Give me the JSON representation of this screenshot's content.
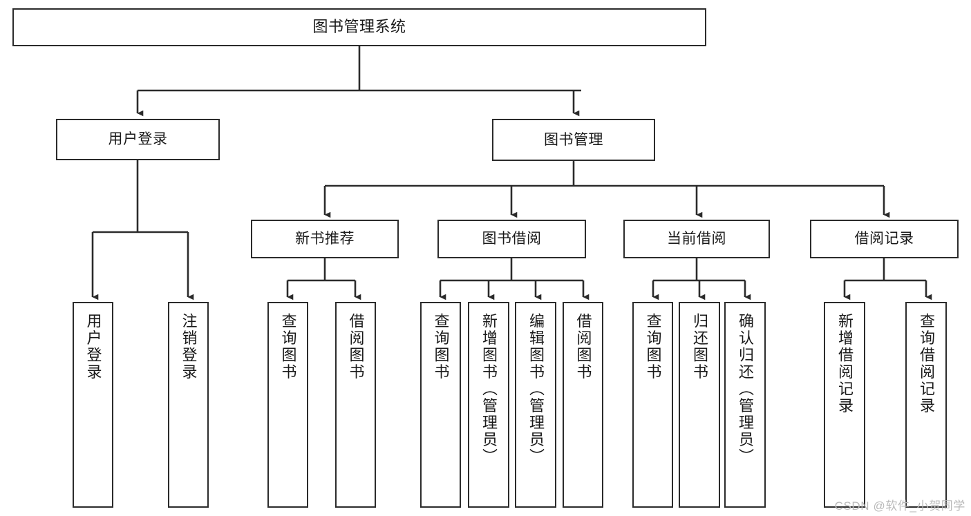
{
  "diagram": {
    "title": "图书管理系统",
    "type": "tree-hierarchy-chart",
    "watermark": "CSDN @软件_小贺同学",
    "stroke_color": "#2b2b2b",
    "fill_color": "#ffffff",
    "text_color": "#1a1a1a",
    "nodes": {
      "root": {
        "label": "图书管理系统"
      },
      "level1": [
        {
          "label": "用户登录"
        },
        {
          "label": "图书管理"
        }
      ],
      "level2": [
        {
          "label": "新书推荐"
        },
        {
          "label": "图书借阅"
        },
        {
          "label": "当前借阅"
        },
        {
          "label": "借阅记录"
        }
      ],
      "leaves": {
        "user_login": [
          {
            "label": "用户登录"
          },
          {
            "label": "注销登录"
          }
        ],
        "new_book_recommend": [
          {
            "label": "查询图书"
          },
          {
            "label": "借阅图书"
          }
        ],
        "book_borrow": [
          {
            "label": "查询图书"
          },
          {
            "label": "新增图书（管理员）"
          },
          {
            "label": "编辑图书（管理员）"
          },
          {
            "label": "借阅图书"
          }
        ],
        "current_borrow": [
          {
            "label": "查询图书"
          },
          {
            "label": "归还图书"
          },
          {
            "label": "确认归还（管理员）"
          }
        ],
        "borrow_record": [
          {
            "label": "新增借阅记录"
          },
          {
            "label": "查询借阅记录"
          }
        ]
      }
    }
  }
}
